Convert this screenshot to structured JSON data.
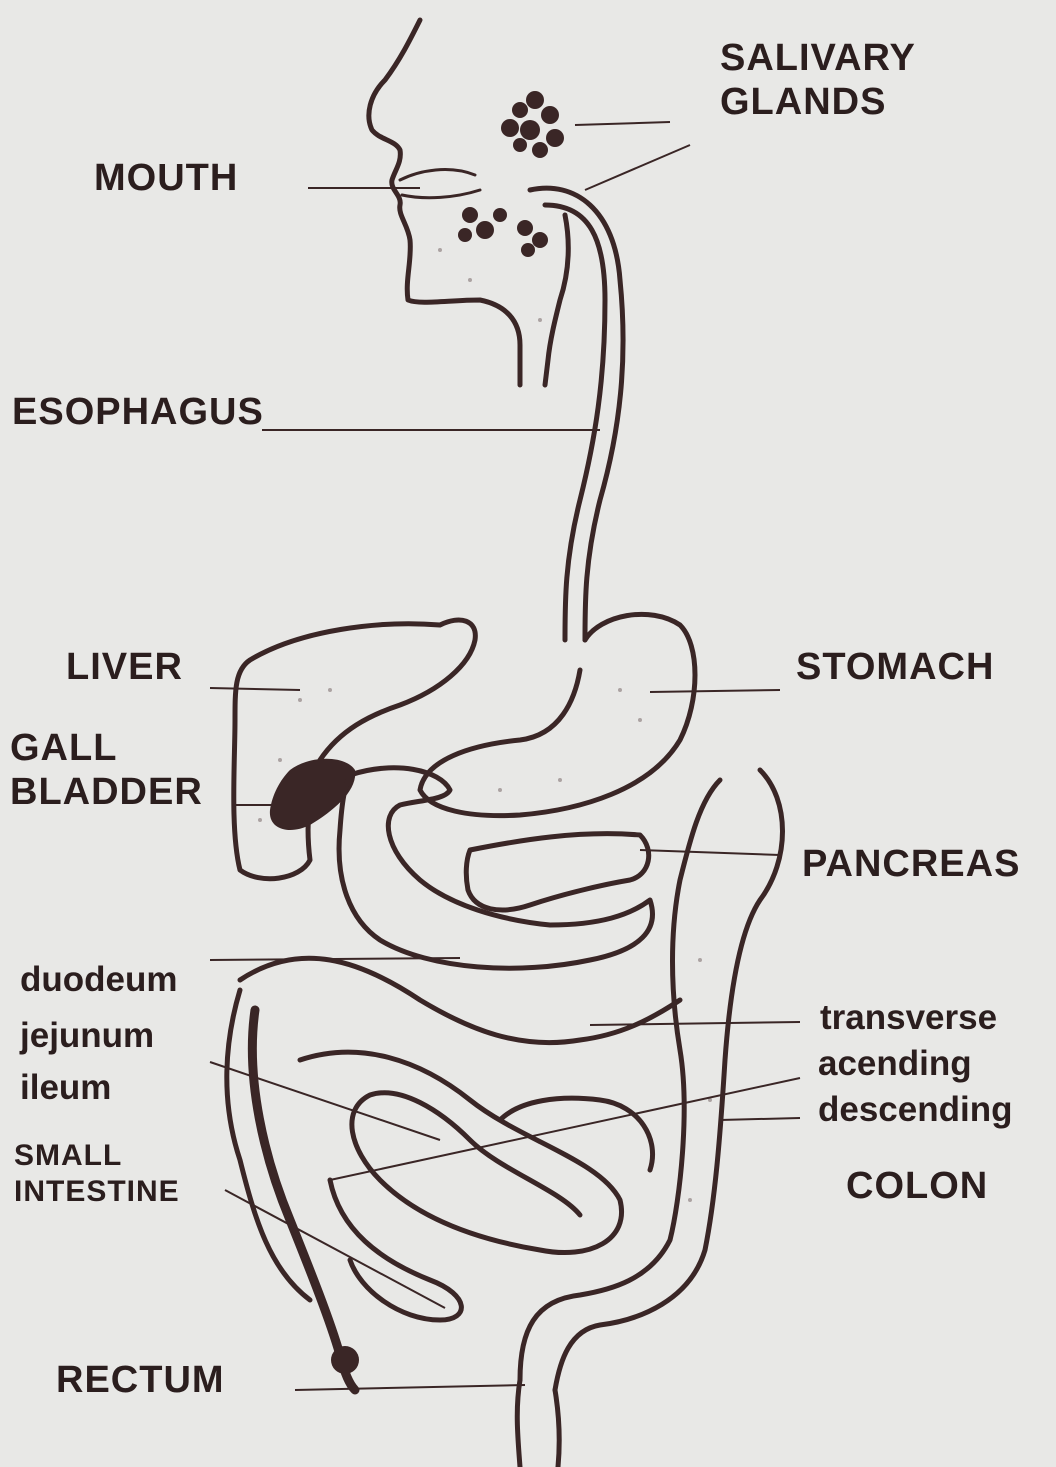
{
  "labels": {
    "salivary_glands": "SALIVARY\nGLANDS",
    "mouth": "MOUTH",
    "esophagus": "ESOPHAGUS",
    "liver": "LIVER",
    "stomach": "STOMACH",
    "gall_bladder": "GALL\nBLADDER",
    "pancreas": "PANCREAS",
    "duodeum": "duodeum",
    "jejunum": "jejunum",
    "ileum": "ileum",
    "small_intestine": "SMALL\nINTESTINE",
    "transverse": "transverse",
    "acending": "acending",
    "descending": "descending",
    "colon": "COLON",
    "rectum": "RECTUM"
  },
  "colors": {
    "ink": "#3a2626",
    "paper": "#e8e8e6"
  }
}
